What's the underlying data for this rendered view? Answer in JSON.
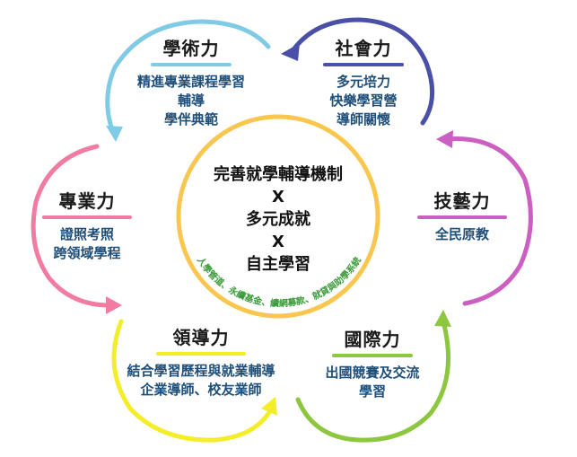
{
  "center": {
    "lines": [
      "完善就學輔導機制",
      "X",
      "多元成就",
      "X",
      "自主學習"
    ],
    "arc_caption": "人學管道、永續基金、續網募款、就貸與助學系統"
  },
  "nodes": [
    {
      "key": "academic",
      "title": "學術力",
      "color": "#7fcbe6",
      "lines": [
        "精進專業課程學習",
        "輔導",
        "學伴典範"
      ]
    },
    {
      "key": "social",
      "title": "社會力",
      "color": "#4a4fa8",
      "lines": [
        "多元培力",
        "快樂學習營",
        "導師關懷"
      ]
    },
    {
      "key": "skill",
      "title": "技藝力",
      "color": "#cc5fc2",
      "lines": [
        "全民原教"
      ]
    },
    {
      "key": "international",
      "title": "國際力",
      "color": "#8dc63f",
      "lines": [
        "出國競賽及交流",
        "學習"
      ]
    },
    {
      "key": "leadership",
      "title": "領導力",
      "color": "#f4ee2a",
      "lines": [
        "結合學習歷程與就業輔導",
        "企業導師、校友業師"
      ]
    },
    {
      "key": "professional",
      "title": "專業力",
      "color": "#f27ba1",
      "lines": [
        "證照考照",
        "跨領域學程"
      ]
    }
  ],
  "colors": {
    "center_ring": "#f9c74f",
    "caption": "#3a9b3a"
  }
}
